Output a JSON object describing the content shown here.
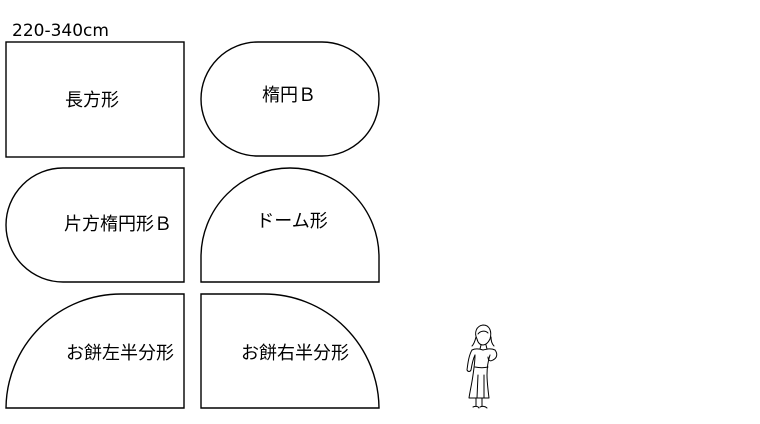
{
  "size_label": "220-340cm",
  "shapes": {
    "rectangle": "長方形",
    "ellipse_b": "楕円Ｂ",
    "half_ellipse_b": "片方楕円形Ｂ",
    "dome": "ドーム形",
    "mochi_left_half": "お餅左半分形",
    "mochi_right_half": "お餅右半分形"
  }
}
